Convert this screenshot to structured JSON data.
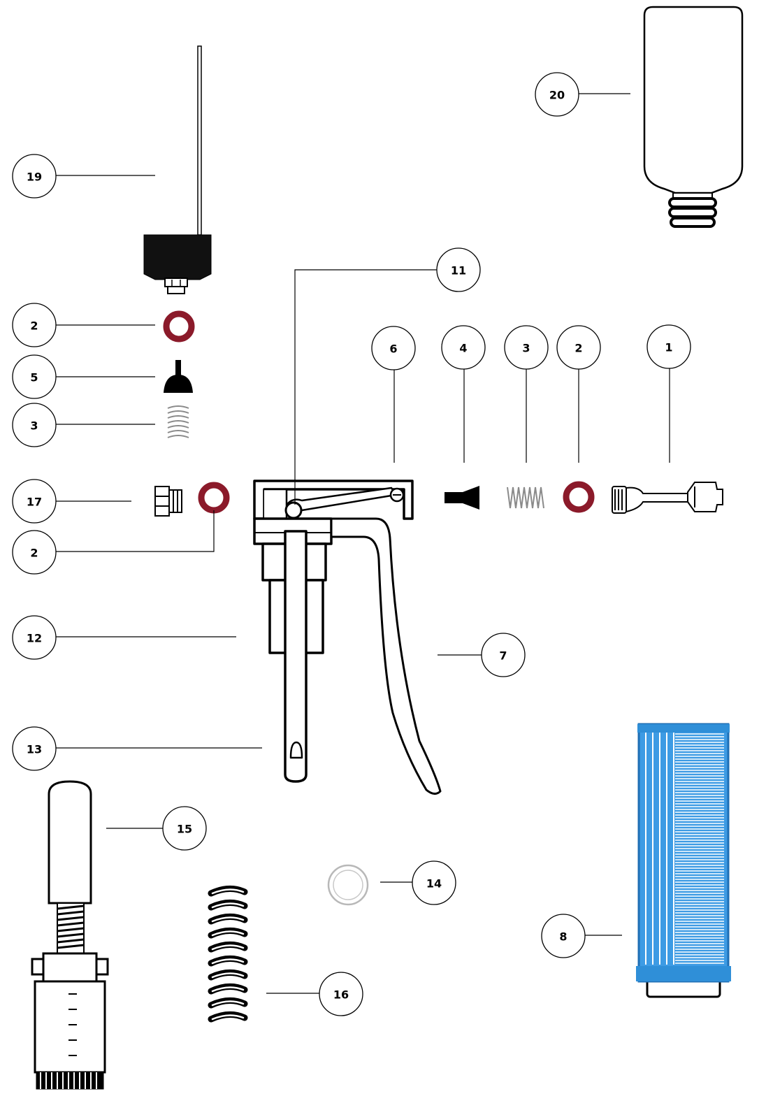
{
  "colors": {
    "seal_red": "#8b1a2a",
    "filter_blue": "#2f8fd8",
    "ink": "#000000",
    "spring_grey": "#8a8a8a"
  },
  "callouts": [
    {
      "id": "c20",
      "label": "20"
    },
    {
      "id": "c19",
      "label": "19"
    },
    {
      "id": "c11",
      "label": "11"
    },
    {
      "id": "c2a",
      "label": "2"
    },
    {
      "id": "c6",
      "label": "6"
    },
    {
      "id": "c4",
      "label": "4"
    },
    {
      "id": "c3b",
      "label": "3"
    },
    {
      "id": "c2c",
      "label": "2"
    },
    {
      "id": "c1",
      "label": "1"
    },
    {
      "id": "c5",
      "label": "5"
    },
    {
      "id": "c3a",
      "label": "3"
    },
    {
      "id": "c17",
      "label": "17"
    },
    {
      "id": "c2b",
      "label": "2"
    },
    {
      "id": "c12",
      "label": "12"
    },
    {
      "id": "c7",
      "label": "7"
    },
    {
      "id": "c13",
      "label": "13"
    },
    {
      "id": "c15",
      "label": "15"
    },
    {
      "id": "c14",
      "label": "14"
    },
    {
      "id": "c8",
      "label": "8"
    },
    {
      "id": "c16",
      "label": "16"
    }
  ]
}
